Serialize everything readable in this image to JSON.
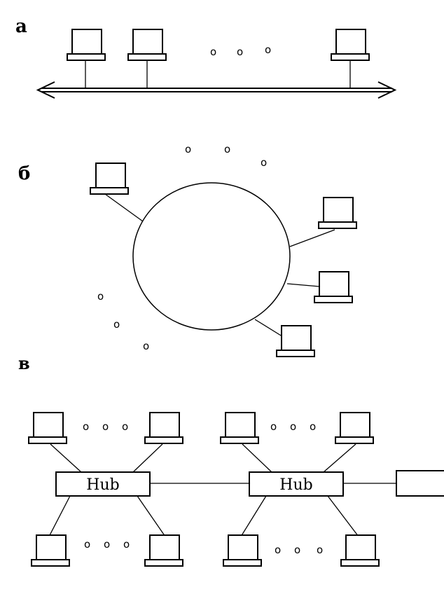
{
  "sections": {
    "bus": {
      "label": "а",
      "ellipsis": [
        "o",
        "o",
        "o"
      ]
    },
    "ring": {
      "label": "б",
      "ellipsis_top": [
        "o",
        "o",
        "o"
      ],
      "ellipsis_left": [
        "o",
        "o",
        "o"
      ]
    },
    "star": {
      "label": "в",
      "hub1": {
        "label": "Hub"
      },
      "hub2": {
        "label": "Hub"
      },
      "ellipsis": [
        "o",
        "o",
        "o"
      ]
    }
  }
}
